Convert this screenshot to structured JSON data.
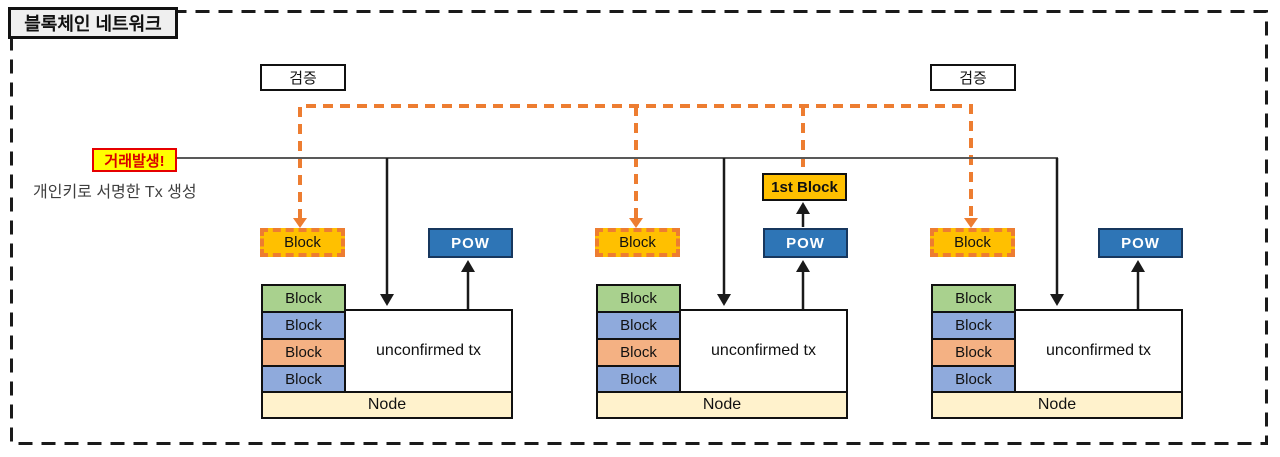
{
  "diagram": {
    "title": "블록체인 네트워크",
    "verify_boxes": [
      "검증",
      "검증"
    ],
    "tx_event_label": "거래발생!",
    "tx_caption": "개인키로 서명한 Tx 생성",
    "first_block_label": "1st Block"
  },
  "nodes": [
    {
      "incoming_block": "Block",
      "pow": "POW",
      "stack": [
        "Block",
        "Block",
        "Block",
        "Block"
      ],
      "unconfirmed": "unconfirmed tx",
      "node": "Node"
    },
    {
      "incoming_block": "Block",
      "pow": "POW",
      "stack": [
        "Block",
        "Block",
        "Block",
        "Block"
      ],
      "unconfirmed": "unconfirmed tx",
      "node": "Node"
    },
    {
      "incoming_block": "Block",
      "pow": "POW",
      "stack": [
        "Block",
        "Block",
        "Block",
        "Block"
      ],
      "unconfirmed": "unconfirmed tx",
      "node": "Node"
    }
  ],
  "colors": {
    "gold": "#FFC000",
    "broadcast_orange": "#ED7D31",
    "pow_blue": "#2E75B6",
    "block_green": "#A9D18E",
    "block_blue": "#8FAADC",
    "block_orange": "#F4B183",
    "node_cream": "#FFF2CC",
    "alert_yellow": "#FFFF00",
    "alert_red": "#E60000",
    "line_dark": "#1A1A1A",
    "tx_line_gray": "#595959"
  }
}
